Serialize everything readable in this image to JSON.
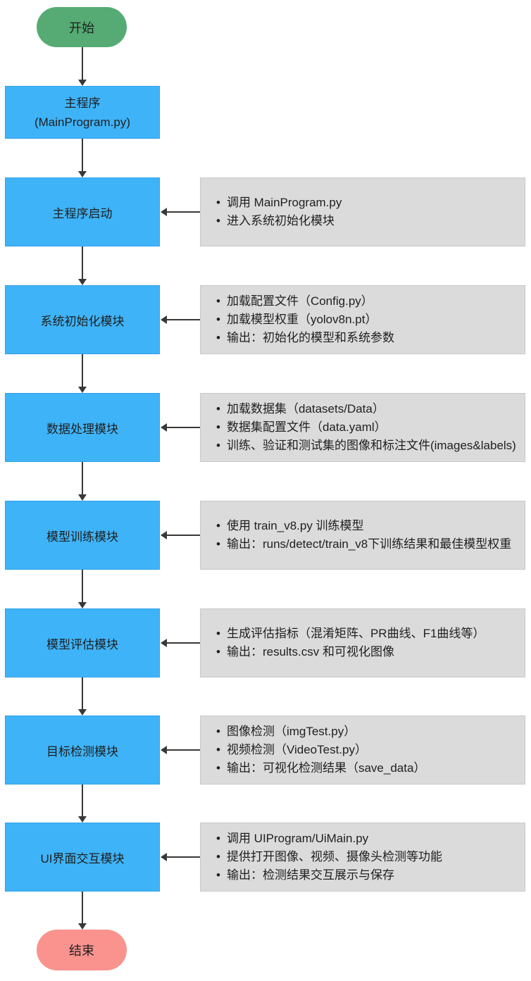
{
  "colors": {
    "start_fill": "#55AB73",
    "end_fill": "#FA938E",
    "process_fill": "#3FB3F7",
    "note_fill": "#DBDBDB",
    "arrow": "#383838",
    "text": "#1F1F1F"
  },
  "start": {
    "label": "开始"
  },
  "end": {
    "label": "结束"
  },
  "main_program": {
    "line1": "主程序",
    "line2": "(MainProgram.py)"
  },
  "rows": [
    {
      "label": "主程序启动",
      "bullets": [
        "调用 MainProgram.py",
        "进入系统初始化模块"
      ]
    },
    {
      "label": "系统初始化模块",
      "bullets": [
        "加载配置文件（Config.py）",
        "加载模型权重（yolov8n.pt）",
        "输出：初始化的模型和系统参数"
      ]
    },
    {
      "label": "数据处理模块",
      "bullets": [
        "加载数据集（datasets/Data）",
        "数据集配置文件（data.yaml）",
        "训练、验证和测试集的图像和标注文件(images&labels)"
      ]
    },
    {
      "label": "模型训练模块",
      "bullets": [
        "使用 train_v8.py 训练模型",
        "输出：runs/detect/train_v8下训练结果和最佳模型权重"
      ]
    },
    {
      "label": "模型评估模块",
      "bullets": [
        "生成评估指标（混淆矩阵、PR曲线、F1曲线等）",
        "输出：results.csv 和可视化图像"
      ]
    },
    {
      "label": "目标检测模块",
      "bullets": [
        "图像检测（imgTest.py）",
        "视频检测（VideoTest.py）",
        "输出：可视化检测结果（save_data）"
      ]
    },
    {
      "label": "UI界面交互模块",
      "bullets": [
        "调用 UIProgram/UiMain.py",
        "提供打开图像、视频、摄像头检测等功能",
        "输出：检测结果交互展示与保存"
      ]
    }
  ]
}
